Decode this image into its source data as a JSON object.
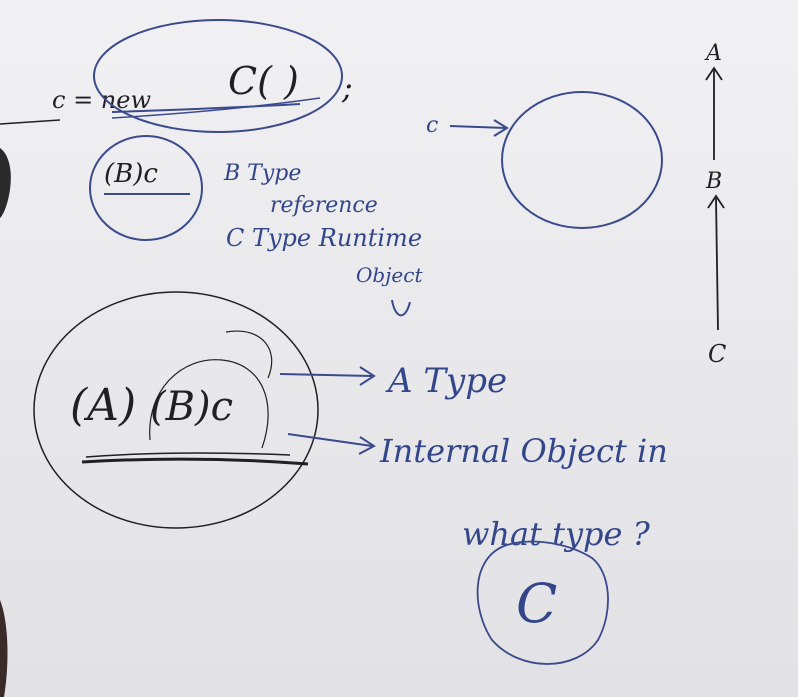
{
  "whiteboard": {
    "code": {
      "assignment": "c = new",
      "constructor": "C( )",
      "semicolon": ";"
    },
    "cast_b": "(B)c",
    "notes": {
      "line1": "B Type",
      "line2": "reference",
      "line3": "C Type Runtime",
      "line4": "Object"
    },
    "ref_label": "c",
    "hierarchy": [
      "A",
      "B",
      "C"
    ],
    "double_cast": {
      "outer": "(A)",
      "inner": "(B)c"
    },
    "arrow_labels": {
      "first": "A Type",
      "second_line1": "Internal Object in",
      "second_line2": "what type ?"
    },
    "answer": "C"
  },
  "colors": {
    "board": "#ececef",
    "dark_ink": "#1f1f25",
    "blue_ink": "#3a4a8c"
  }
}
